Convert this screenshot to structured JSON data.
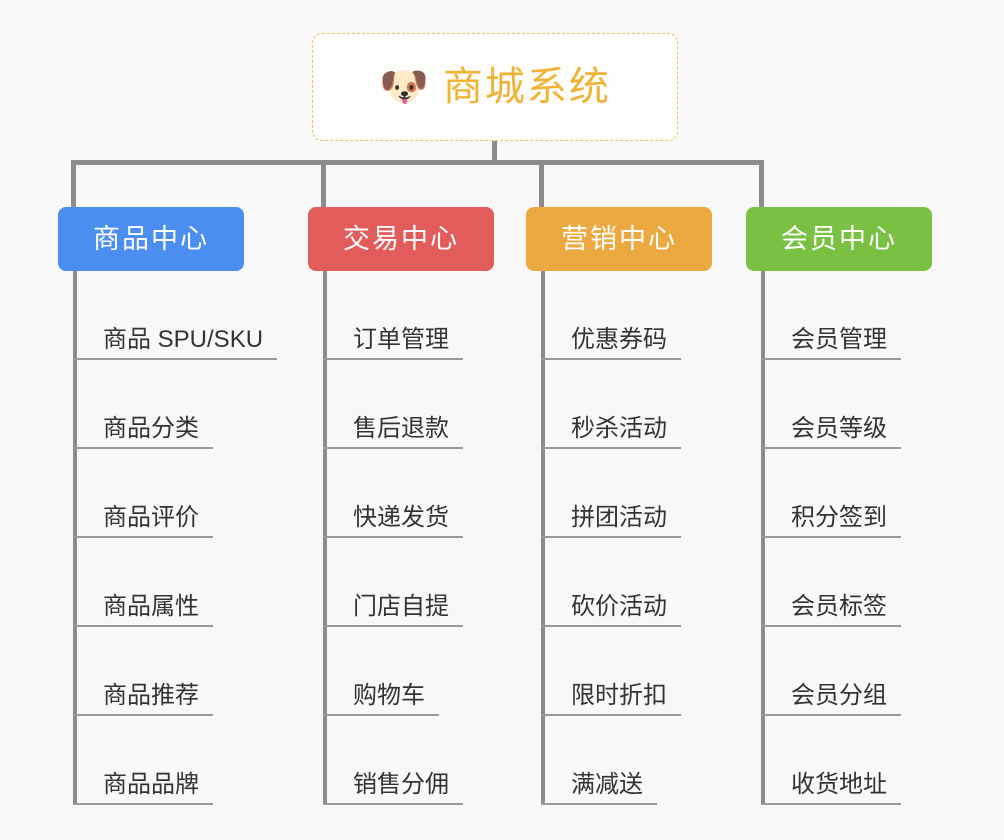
{
  "canvas": {
    "background": "#f8f8f8",
    "connector_color": "#8c8c8c",
    "leaf_rule_color": "#9a9a9a",
    "leaf_text_color": "#333333"
  },
  "root": {
    "icon": "shiba-dog-face-emoji",
    "emoji": "🐶",
    "title": "商城系统",
    "text_color": "#f0b334",
    "border_color": "#f0bf63",
    "background": "#fdfdfc"
  },
  "columns": [
    {
      "id": "product-center",
      "title": "商品中心",
      "color": "#4a8ef0",
      "items": [
        "商品 SPU/SKU",
        "商品分类",
        "商品评价",
        "商品属性",
        "商品推荐",
        "商品品牌"
      ]
    },
    {
      "id": "trade-center",
      "title": "交易中心",
      "color": "#e35c5c",
      "items": [
        "订单管理",
        "售后退款",
        "快递发货",
        "门店自提",
        "购物车",
        "销售分佣"
      ]
    },
    {
      "id": "marketing-center",
      "title": "营销中心",
      "color": "#eba93f",
      "items": [
        "优惠券码",
        "秒杀活动",
        "拼团活动",
        "砍价活动",
        "限时折扣",
        "满减送"
      ]
    },
    {
      "id": "member-center",
      "title": "会员中心",
      "color": "#79c043",
      "items": [
        "会员管理",
        "会员等级",
        "积分签到",
        "会员标签",
        "会员分组",
        "收货地址"
      ]
    }
  ]
}
